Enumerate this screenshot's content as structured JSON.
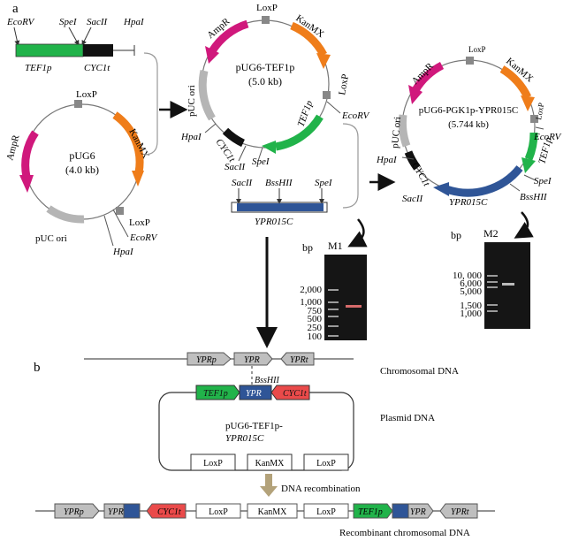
{
  "panel_a_label": "a",
  "panel_b_label": "b",
  "tef1_fragment": {
    "ecorv": "EcoRV",
    "spei": "SpeI",
    "sacii": "SacII",
    "hpai": "HpaI",
    "tef1p": "TEF1p",
    "cyc1t": "CYC1t"
  },
  "pug6": {
    "name": "pUG6",
    "size": "(4.0 kb)",
    "ampr": "AmpR",
    "kanmx": "KanMX",
    "loxp_top": "LoxP",
    "loxp_right": "LoxP",
    "ori": "pUC ori",
    "ecorv": "EcoRV",
    "hpai": "HpaI"
  },
  "pug6_tef1p": {
    "name": "pUG6-TEF1p",
    "size": "(5.0 kb)",
    "ampr": "AmpR",
    "kanmx": "KanMX",
    "loxp_top": "LoxP",
    "loxp_right": "LoxP",
    "ecorv": "EcoRV",
    "tef1p": "TEF1p",
    "ori": "pUC ori",
    "hpai": "HpaI",
    "cyc1t": "CYC1t",
    "sacii": "SacII",
    "spei": "SpeI"
  },
  "ypr_fragment": {
    "sacii": "SacII",
    "bsshii": "BssHII",
    "spei": "SpeI",
    "gene": "YPR015C"
  },
  "pug6_pgk1p": {
    "name": "pUG6-PGK1p-YPR015C",
    "size": "(5.744 kb)",
    "ampr": "AmpR",
    "kanmx": "KanMX",
    "loxp_top": "LoxP",
    "loxp_right": "LoxP",
    "ecorv": "EcoRV",
    "tef1p": "TEF1p",
    "ori": "pUC ori",
    "hpai": "HpaI",
    "cyc1t": "CYC1t",
    "sacii": "SacII",
    "spei": "SpeI",
    "bsshii": "BssHII",
    "gene": "YPR015C"
  },
  "gel_m1": {
    "bp": "bp",
    "marker": "M1",
    "ladder": [
      "2,000",
      "1,000",
      "750",
      "500",
      "250",
      "100"
    ]
  },
  "gel_m2": {
    "bp": "bp",
    "marker": "M2",
    "ladder": [
      "10, 000",
      "6,000",
      "5,000",
      "1,500",
      "1,000"
    ]
  },
  "panel_b": {
    "chromosome": {
      "yprp": "YPRp",
      "ypr": "YPR",
      "yprt": "YPRt",
      "label": "Chromosomal  DNA"
    },
    "bsshii": "BssHII",
    "plasmid": {
      "tef1p": "TEF1p",
      "ypr": "YPR",
      "cyc1t": "CYC1t",
      "name_line1": "pUG6-TEF1p-",
      "name_line2": "YPR015C",
      "label": "Plasmid  DNA",
      "loxp_left": "LoxP",
      "kanmx": "KanMX",
      "loxp_right": "LoxP"
    },
    "recombination_label": "DNA  recombination",
    "recombinant": {
      "yprp": "YPRp",
      "ypr1": "YPR",
      "cyc1t": "CYC1t",
      "loxp1": "LoxP",
      "kanmx": "KanMX",
      "loxp2": "LoxP",
      "tef1p": "TEF1p",
      "ypr2": "YPR",
      "yprt": "YPRt",
      "label": "Recombinant chromosomal  DNA"
    }
  }
}
